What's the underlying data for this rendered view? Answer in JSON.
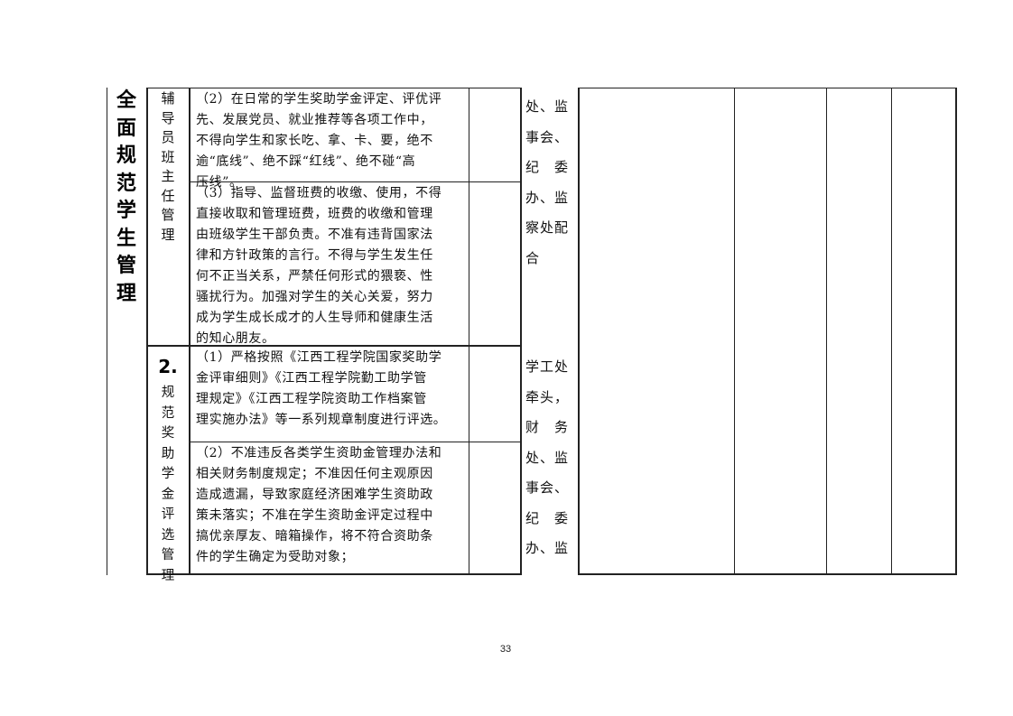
{
  "category": {
    "title": "全\n面\n规\n范\n学\n生\n管\n理"
  },
  "sections": [
    {
      "number": "",
      "title": "辅\n导\n员\n班\n主\n任\n管\n理",
      "items": [
        "（2）在日常的学生奖助学金评定、评优评\n先、发展党员、就业推荐等各项工作中，\n不得向学生和家长吃、拿、卡、要，绝不\n逾“底线”、绝不踩“红线”、绝不碰“高\n压线”。",
        "（3）指导、监督班费的收缴、使用，不得\n直接收取和管理班费，班费的收缴和管理\n由班级学生干部负责。不准有违背国家法\n律和方针政策的言行。不得与学生发生任\n何不正当关系，严禁任何形式的猥亵、性\n骚扰行为。加强对学生的关心关爱，努力\n成为学生成长成才的人生导师和健康生活\n的知心朋友。"
      ],
      "responsible": "处、监\n事会、\n纪　委\n办、监\n察处配\n合"
    },
    {
      "number": "2.",
      "title": "规\n范\n奖\n助\n学\n金\n评\n选\n管\n理",
      "items": [
        "（1）严格按照《江西工程学院国家奖助学\n金评审细则》《江西工程学院勤工助学管\n理规定》《江西工程学院资助工作档案管\n理实施办法》等一系列规章制度进行评选。",
        "（2）不准违反各类学生资助金管理办法和\n相关财务制度规定；不准因任何主观原因\n造成遗漏，导致家庭经济困难学生资助政\n策未落实；不准在学生资助金评定过程中\n搞优亲厚友、暗箱操作，将不符合资助条\n件的学生确定为受助对象；"
      ],
      "responsible": "学工处\n牵头，\n财　务\n处、监\n事会、\n纪　委\n办、监"
    }
  ],
  "page_number": "33"
}
